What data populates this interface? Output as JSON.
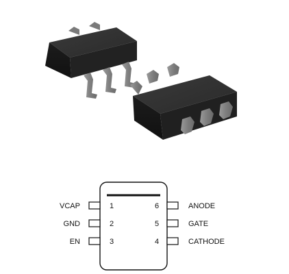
{
  "pinout": {
    "left_pins": [
      {
        "number": "1",
        "name": "VCAP"
      },
      {
        "number": "2",
        "name": "GND"
      },
      {
        "number": "3",
        "name": "EN"
      }
    ],
    "right_pins": [
      {
        "number": "6",
        "name": "ANODE"
      },
      {
        "number": "5",
        "name": "GATE"
      },
      {
        "number": "4",
        "name": "CATHODE"
      }
    ]
  },
  "colors": {
    "body": "#2b2b2b",
    "body_top": "#333333",
    "lead": "#8e8e8e",
    "outline": "#111111"
  }
}
